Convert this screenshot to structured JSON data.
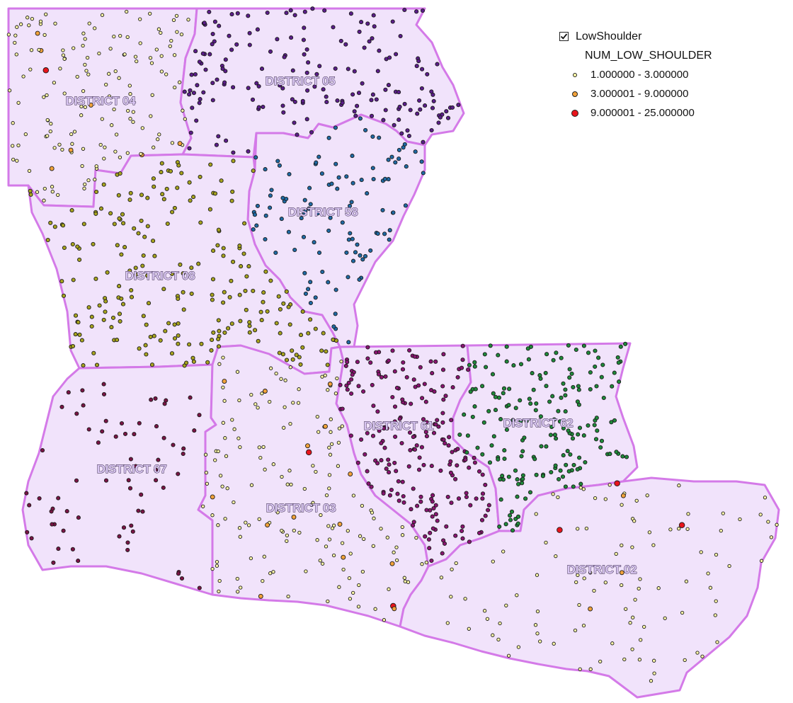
{
  "legend": {
    "layer_name": "LowShoulder",
    "layer_checked": true,
    "field_name": "NUM_LOW_SHOULDER",
    "classes": [
      {
        "label": "1.000000 - 3.000000",
        "color": "#fffaa8",
        "size": "small"
      },
      {
        "label": "3.000001 - 9.000000",
        "color": "#f2a23a",
        "size": "medium"
      },
      {
        "label": "9.000001 - 25.000000",
        "color": "#e8141c",
        "size": "large"
      }
    ]
  },
  "districts": [
    {
      "name": "DISTRICT 04",
      "point_color": "#fffaa8"
    },
    {
      "name": "DISTRICT 05",
      "point_color": "#5b1d8a"
    },
    {
      "name": "DISTRICT 58",
      "point_color": "#1f6aa5"
    },
    {
      "name": "DISTRICT 08",
      "point_color": "#a8a41e"
    },
    {
      "name": "DISTRICT 07",
      "point_color": "#7a1445"
    },
    {
      "name": "DISTRICT 03",
      "point_color": "#fffaa8"
    },
    {
      "name": "DISTRICT 61",
      "point_color": "#8a1472"
    },
    {
      "name": "DISTRICT 62",
      "point_color": "#1f8a3a"
    },
    {
      "name": "DISTRICT 02",
      "point_color": "#fffaa8"
    }
  ],
  "colors": {
    "district_fill": "#f1e3fb",
    "district_border": "#d47ae8",
    "point_outline": "#1a1a1a"
  }
}
